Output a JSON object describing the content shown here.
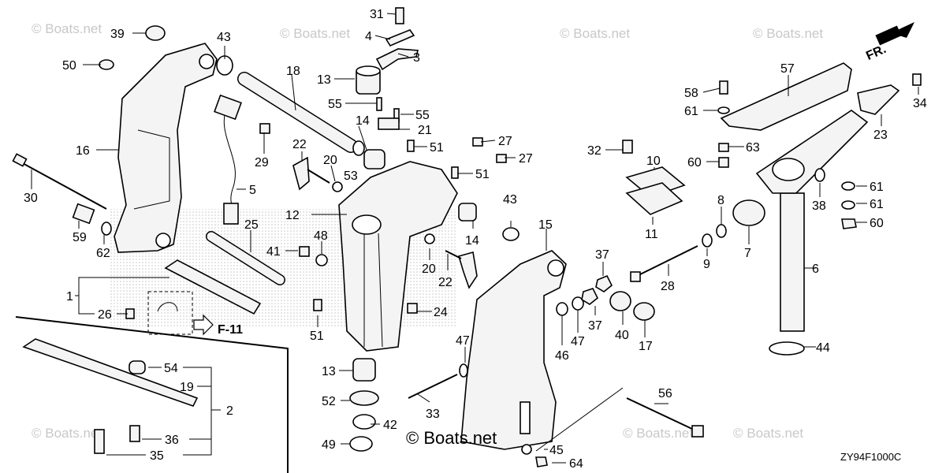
{
  "diagram": {
    "code": "ZY94F1000C",
    "forward_marker": "FR.",
    "ref_marker": "F-11",
    "watermark": "© Boats.net",
    "center_watermark": "© Boats.net",
    "labels": [
      {
        "id": "l31",
        "text": "31"
      },
      {
        "id": "l4",
        "text": "4"
      },
      {
        "id": "l3",
        "text": "3"
      },
      {
        "id": "l13a",
        "text": "13"
      },
      {
        "id": "l55a",
        "text": "55"
      },
      {
        "id": "l55b",
        "text": "55"
      },
      {
        "id": "l21",
        "text": "21"
      },
      {
        "id": "l14a",
        "text": "14"
      },
      {
        "id": "l51a",
        "text": "51"
      },
      {
        "id": "l27a",
        "text": "27"
      },
      {
        "id": "l27b",
        "text": "27"
      },
      {
        "id": "l51b",
        "text": "51"
      },
      {
        "id": "l53",
        "text": "53"
      },
      {
        "id": "l18",
        "text": "18"
      },
      {
        "id": "l39",
        "text": "39"
      },
      {
        "id": "l43a",
        "text": "43"
      },
      {
        "id": "l50",
        "text": "50"
      },
      {
        "id": "l16",
        "text": "16"
      },
      {
        "id": "l29",
        "text": "29"
      },
      {
        "id": "l5",
        "text": "5"
      },
      {
        "id": "l22a",
        "text": "22"
      },
      {
        "id": "l20a",
        "text": "20"
      },
      {
        "id": "l30",
        "text": "30"
      },
      {
        "id": "l59",
        "text": "59"
      },
      {
        "id": "l62",
        "text": "62"
      },
      {
        "id": "l25",
        "text": "25"
      },
      {
        "id": "l12",
        "text": "12"
      },
      {
        "id": "l41",
        "text": "41"
      },
      {
        "id": "l48",
        "text": "48"
      },
      {
        "id": "l1",
        "text": "1"
      },
      {
        "id": "l26",
        "text": "26"
      },
      {
        "id": "l51c",
        "text": "51"
      },
      {
        "id": "l20b",
        "text": "20"
      },
      {
        "id": "l22b",
        "text": "22"
      },
      {
        "id": "l24",
        "text": "24"
      },
      {
        "id": "l14b",
        "text": "14"
      },
      {
        "id": "l43b",
        "text": "43"
      },
      {
        "id": "l15",
        "text": "15"
      },
      {
        "id": "l32",
        "text": "32"
      },
      {
        "id": "l10",
        "text": "10"
      },
      {
        "id": "l11",
        "text": "11"
      },
      {
        "id": "l8",
        "text": "8"
      },
      {
        "id": "l9",
        "text": "9"
      },
      {
        "id": "l7",
        "text": "7"
      },
      {
        "id": "l28",
        "text": "28"
      },
      {
        "id": "l37a",
        "text": "37"
      },
      {
        "id": "l37b",
        "text": "37"
      },
      {
        "id": "l46",
        "text": "46"
      },
      {
        "id": "l47a",
        "text": "47"
      },
      {
        "id": "l40",
        "text": "40"
      },
      {
        "id": "l17",
        "text": "17"
      },
      {
        "id": "l47b",
        "text": "47"
      },
      {
        "id": "l6",
        "text": "6"
      },
      {
        "id": "l44",
        "text": "44"
      },
      {
        "id": "l58",
        "text": "58"
      },
      {
        "id": "l61a",
        "text": "61"
      },
      {
        "id": "l63",
        "text": "63"
      },
      {
        "id": "l60a",
        "text": "60"
      },
      {
        "id": "l57",
        "text": "57"
      },
      {
        "id": "l23",
        "text": "23"
      },
      {
        "id": "l34",
        "text": "34"
      },
      {
        "id": "l38",
        "text": "38"
      },
      {
        "id": "l61b",
        "text": "61"
      },
      {
        "id": "l61c",
        "text": "61"
      },
      {
        "id": "l60b",
        "text": "60"
      },
      {
        "id": "l13b",
        "text": "13"
      },
      {
        "id": "l52",
        "text": "52"
      },
      {
        "id": "l42",
        "text": "42"
      },
      {
        "id": "l49",
        "text": "49"
      },
      {
        "id": "l33",
        "text": "33"
      },
      {
        "id": "l54",
        "text": "54"
      },
      {
        "id": "l19",
        "text": "19"
      },
      {
        "id": "l2",
        "text": "2"
      },
      {
        "id": "l36",
        "text": "36"
      },
      {
        "id": "l35",
        "text": "35"
      },
      {
        "id": "l45",
        "text": "45"
      },
      {
        "id": "l64",
        "text": "64"
      },
      {
        "id": "l56",
        "text": "56"
      }
    ]
  }
}
